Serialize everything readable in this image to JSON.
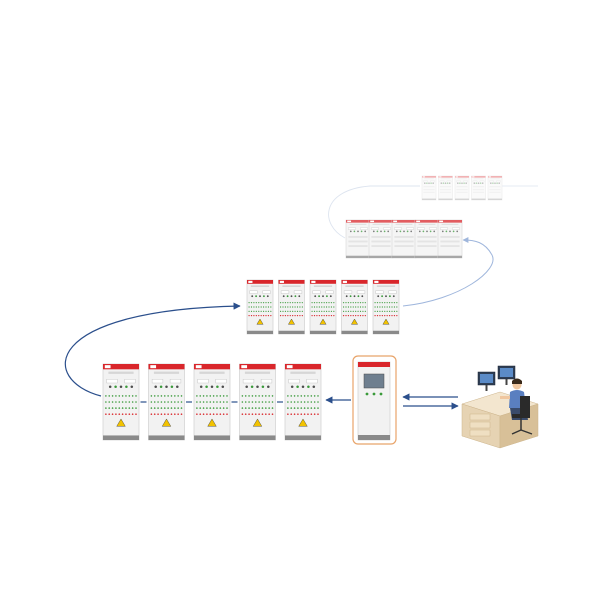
{
  "diagram": {
    "abb_mark": "ABB",
    "colors": {
      "background": "#ffffff",
      "cabinet_body": "#f2f2f2",
      "cabinet_edge": "#c9c9c9",
      "cabinet_header": "#d9262b",
      "cabinet_base": "#8a8a8a",
      "lamp_green": "#3a9a3a",
      "lamp_red": "#d9262b",
      "warning_yellow": "#f2c200",
      "link_blue": "#2b4f8c",
      "link_light": "#9fb6dc",
      "highlight_orange": "#e8a46a",
      "desk": "#e6d3b3",
      "operator_shirt": "#5a7fc0"
    },
    "rows": [
      {
        "name": "row-1-cabinets",
        "count": 5,
        "opacity": 0.35
      },
      {
        "name": "row-2-cabinets",
        "count": 5,
        "opacity": 0.75
      },
      {
        "name": "row-3-cabinets",
        "count": 5,
        "opacity": 1.0
      },
      {
        "name": "row-4-cabinets",
        "count": 5,
        "opacity": 1.0
      }
    ],
    "controller_panel": {
      "highlighted": true
    },
    "operator_station": {
      "monitors": 2,
      "icons": [
        "computer-icon",
        "operator-icon",
        "desk-icon",
        "chair-icon"
      ]
    },
    "links": [
      {
        "name": "operator-to-controller-link",
        "arrows": 2
      },
      {
        "name": "controller-to-cabinets-link",
        "arrows": 1
      },
      {
        "name": "row4-to-row3-link",
        "arrows": 1
      },
      {
        "name": "row3-to-row2-link",
        "arrows": 1
      },
      {
        "name": "row2-to-row1-link",
        "arrows": 0
      }
    ]
  }
}
